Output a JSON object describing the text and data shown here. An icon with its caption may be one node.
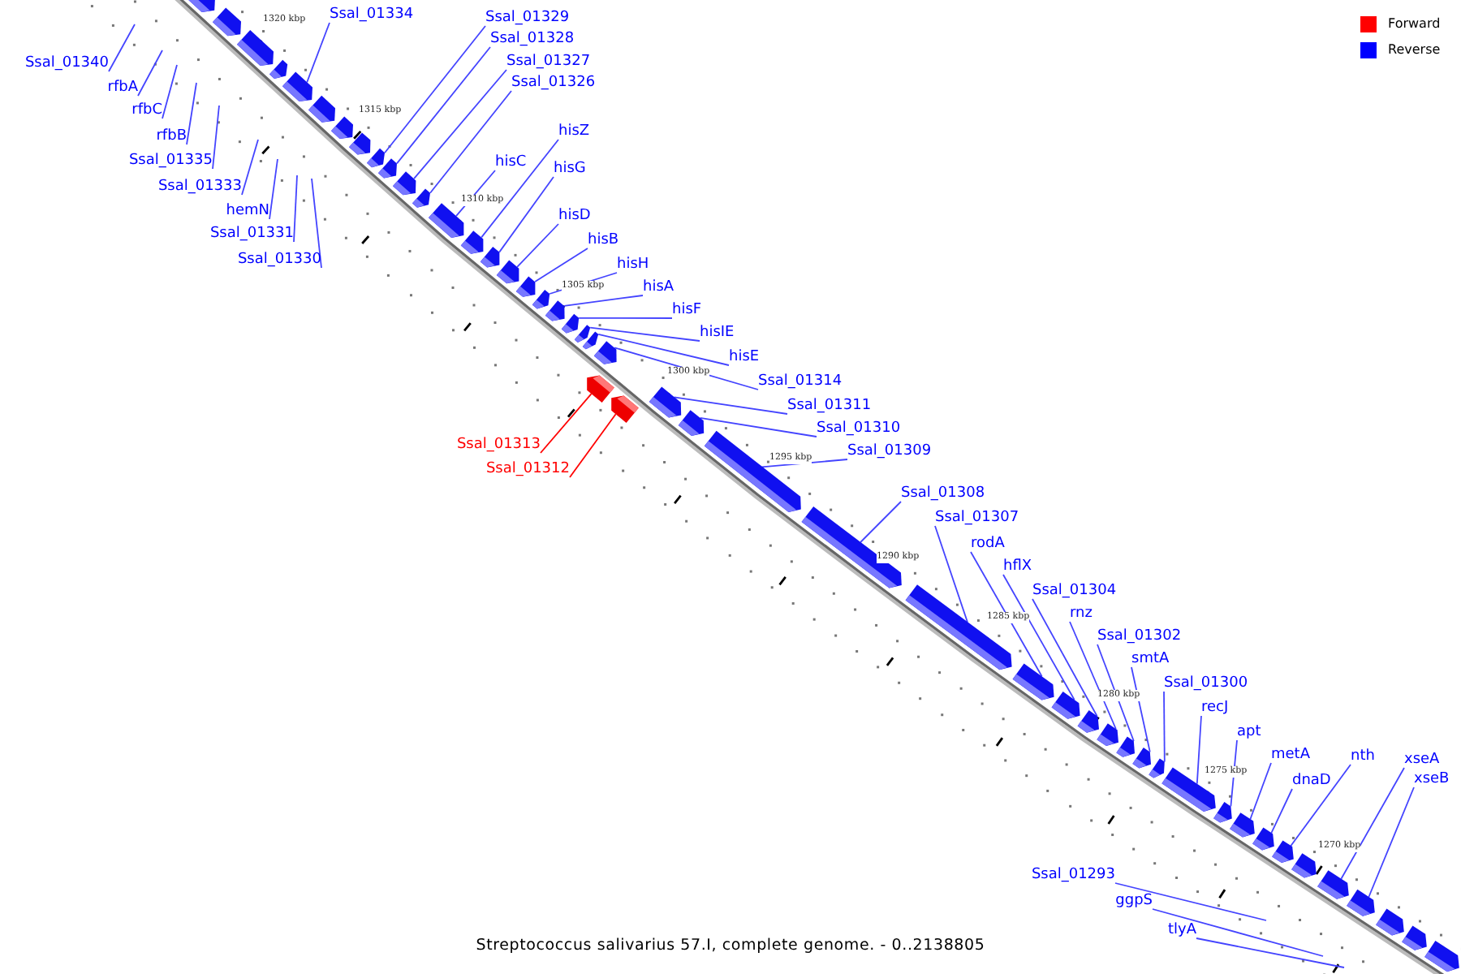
{
  "diagram": {
    "caption": "Streptococcus salivarius 57.I, complete genome. - 0..2138805",
    "nodes": [
      {
        "text": [
          "Ssal_01340"
        ]
      },
      {
        "text": [
          "rfbA"
        ]
      },
      {
        "text": [
          "rfbC"
        ]
      },
      {
        "text": [
          "rfbB"
        ]
      },
      {
        "text": [
          "Ssal_01335"
        ]
      },
      {
        "text": [
          "Ssal_01333"
        ]
      },
      {
        "text": [
          "hemN"
        ]
      },
      {
        "text": [
          "Ssal_01331"
        ]
      },
      {
        "text": [
          "Ssal_01330"
        ]
      },
      {
        "text": [
          "Ssal_01334"
        ]
      },
      {
        "text": [
          "Ssal_01329"
        ]
      },
      {
        "text": [
          "Ssal_01328"
        ]
      },
      {
        "text": [
          "Ssal_01327"
        ]
      },
      {
        "text": [
          "Ssal_01326"
        ]
      },
      {
        "text": [
          "hisZ"
        ]
      },
      {
        "text": [
          "hisC"
        ]
      },
      {
        "text": [
          "hisG"
        ]
      },
      {
        "text": [
          "hisD"
        ]
      },
      {
        "text": [
          "hisB"
        ]
      },
      {
        "text": [
          "hisH"
        ]
      },
      {
        "text": [
          "hisA"
        ]
      },
      {
        "text": [
          "hisF"
        ]
      },
      {
        "text": [
          "hisIE"
        ]
      },
      {
        "text": [
          "hisE"
        ]
      },
      {
        "text": [
          "Ssal_01314"
        ]
      },
      {
        "text": [
          "Ssal_01311"
        ]
      },
      {
        "text": [
          "Ssal_01310"
        ]
      },
      {
        "text": [
          "Ssal_01309"
        ]
      },
      {
        "text": [
          "Ssal_01313"
        ]
      },
      {
        "text": [
          "Ssal_01312"
        ]
      },
      {
        "text": [
          "Ssal_01308"
        ]
      },
      {
        "text": [
          "Ssal_01307"
        ]
      },
      {
        "text": [
          "rodA"
        ]
      },
      {
        "text": [
          "hflX"
        ]
      },
      {
        "text": [
          "Ssal_01304"
        ]
      },
      {
        "text": [
          "rnz"
        ]
      },
      {
        "text": [
          "Ssal_01302"
        ]
      },
      {
        "text": [
          "smtA"
        ]
      },
      {
        "text": [
          "Ssal_01300"
        ]
      },
      {
        "text": [
          "recJ"
        ]
      },
      {
        "text": [
          "apt"
        ]
      },
      {
        "text": [
          "metA"
        ]
      },
      {
        "text": [
          "nth"
        ]
      },
      {
        "text": [
          "dnaD"
        ]
      },
      {
        "text": [
          "xseA"
        ]
      },
      {
        "text": [
          "xseB"
        ]
      },
      {
        "text": [
          "Ssal_01293"
        ]
      },
      {
        "text": [
          "ggpS"
        ]
      },
      {
        "text": [
          "tlyA"
        ]
      },
      {
        "text": [],
        "shape": "bar"
      },
      {
        "text": [],
        "shape": "bar"
      },
      {
        "text": [],
        "shape": "bar"
      },
      {
        "text": [],
        "shape": "bar"
      },
      {
        "text": [],
        "shape": "bar"
      },
      {
        "text": [],
        "shape": "bar"
      },
      {
        "text": [],
        "shape": "bar"
      },
      {
        "text": [],
        "shape": "bar"
      },
      {
        "text": [],
        "shape": "bar"
      },
      {
        "text": [],
        "shape": "bar"
      },
      {
        "text": [],
        "shape": "bar"
      },
      {
        "text": [],
        "shape": "bar"
      },
      {
        "text": [],
        "shape": "bar"
      },
      {
        "text": [],
        "shape": "bar"
      },
      {
        "text": [],
        "shape": "bar"
      },
      {
        "text": [],
        "shape": "bar"
      },
      {
        "text": [],
        "shape": "bar"
      },
      {
        "text": [],
        "shape": "bar"
      },
      {
        "text": [],
        "shape": "bar"
      },
      {
        "text": [],
        "shape": "bar"
      },
      {
        "text": [],
        "shape": "bar"
      },
      {
        "text": [],
        "shape": "bar"
      },
      {
        "text": [],
        "shape": "bar"
      },
      {
        "text": [],
        "shape": "bar"
      },
      {
        "text": [],
        "shape": "bar"
      },
      {
        "text": [],
        "shape": "bar"
      },
      {
        "text": [],
        "shape": "bar"
      },
      {
        "text": [],
        "shape": "bar"
      },
      {
        "text": [],
        "shape": "bar"
      },
      {
        "text": [],
        "shape": "bar"
      },
      {
        "text": [],
        "shape": "bar"
      },
      {
        "text": [],
        "shape": "bar"
      },
      {
        "text": [],
        "shape": "bar"
      },
      {
        "text": [],
        "shape": "bar"
      },
      {
        "text": [],
        "shape": "bar"
      },
      {
        "text": [],
        "shape": "bar"
      },
      {
        "text": [],
        "shape": "bar"
      },
      {
        "text": [],
        "shape": "bar"
      },
      {
        "text": [],
        "shape": "bar"
      },
      {
        "text": [],
        "shape": "bar"
      },
      {
        "text": [],
        "shape": "bar"
      },
      {
        "text": [],
        "shape": "bar"
      },
      {
        "text": [],
        "shape": "bar"
      },
      {
        "text": [],
        "shape": "bar"
      },
      {
        "text": [],
        "shape": "bar"
      },
      {
        "text": [],
        "shape": "bar"
      },
      {
        "text": [],
        "shape": "bar"
      },
      {
        "text": [],
        "shape": "bar"
      }
    ],
    "edges": [
      {
        "from": 0,
        "to": null,
        "arrow": "none"
      },
      {
        "from": 1,
        "to": null,
        "arrow": "none"
      },
      {
        "from": 2,
        "to": null,
        "arrow": "none"
      },
      {
        "from": 3,
        "to": null,
        "arrow": "none"
      },
      {
        "from": 4,
        "to": null,
        "arrow": "none"
      },
      {
        "from": 5,
        "to": null,
        "arrow": "none"
      },
      {
        "from": 6,
        "to": null,
        "arrow": "none"
      },
      {
        "from": 7,
        "to": null,
        "arrow": "none"
      },
      {
        "from": 8,
        "to": null,
        "arrow": "none"
      },
      {
        "from": 9,
        "to": 53,
        "arrow": "none"
      },
      {
        "from": 10,
        "to": 57,
        "arrow": "none"
      },
      {
        "from": 11,
        "to": 58,
        "arrow": "none"
      },
      {
        "from": 12,
        "to": 59,
        "arrow": "none"
      },
      {
        "from": 13,
        "to": 60,
        "arrow": "none"
      },
      {
        "from": 14,
        "to": 62,
        "arrow": "none"
      },
      {
        "from": 15,
        "to": 61,
        "arrow": "none"
      },
      {
        "from": 16,
        "to": 63,
        "arrow": "none"
      },
      {
        "from": 17,
        "to": 64,
        "arrow": "none"
      },
      {
        "from": 18,
        "to": 65,
        "arrow": "none"
      },
      {
        "from": 19,
        "to": 66,
        "arrow": "none"
      },
      {
        "from": 20,
        "to": 67,
        "arrow": "none"
      },
      {
        "from": 21,
        "to": 68,
        "arrow": "none"
      },
      {
        "from": 22,
        "to": 69,
        "arrow": "none"
      },
      {
        "from": 23,
        "to": 70,
        "arrow": "none"
      },
      {
        "from": 24,
        "to": 71,
        "arrow": "none"
      },
      {
        "from": 25,
        "to": 74,
        "arrow": "none"
      },
      {
        "from": 26,
        "to": 75,
        "arrow": "none"
      },
      {
        "from": 27,
        "to": 76,
        "arrow": "none"
      },
      {
        "from": 28,
        "to": 72,
        "arrow": "none",
        "color": "#ff0000"
      },
      {
        "from": 29,
        "to": 73,
        "arrow": "none",
        "color": "#ff0000"
      },
      {
        "from": 30,
        "to": 77,
        "arrow": "none"
      },
      {
        "from": 31,
        "to": 78,
        "arrow": "none"
      },
      {
        "from": 32,
        "to": 79,
        "arrow": "none"
      },
      {
        "from": 33,
        "to": 80,
        "arrow": "none"
      },
      {
        "from": 34,
        "to": 81,
        "arrow": "none"
      },
      {
        "from": 35,
        "to": 82,
        "arrow": "none"
      },
      {
        "from": 36,
        "to": 83,
        "arrow": "none"
      },
      {
        "from": 37,
        "to": 84,
        "arrow": "none"
      },
      {
        "from": 38,
        "to": 85,
        "arrow": "none"
      },
      {
        "from": 39,
        "to": 86,
        "arrow": "none"
      },
      {
        "from": 40,
        "to": 87,
        "arrow": "none"
      },
      {
        "from": 41,
        "to": 88,
        "arrow": "none"
      },
      {
        "from": 42,
        "to": 90,
        "arrow": "none"
      },
      {
        "from": 43,
        "to": 89,
        "arrow": "none"
      },
      {
        "from": 44,
        "to": 92,
        "arrow": "none"
      },
      {
        "from": 45,
        "to": 93,
        "arrow": "none"
      },
      {
        "from": 46,
        "to": null,
        "arrow": "none"
      },
      {
        "from": 47,
        "to": null,
        "arrow": "none"
      },
      {
        "from": 48,
        "to": null,
        "arrow": "none"
      }
    ],
    "labels": [
      "1320 kbp",
      "1315 kbp",
      "1310 kbp",
      "1305 kbp",
      "1300 kbp",
      "1295 kbp",
      "1290 kbp",
      "1285 kbp",
      "1280 kbp",
      "1275 kbp",
      "1270 kbp"
    ],
    "legend": [
      {
        "text": "Forward",
        "color": "#ff0000"
      },
      {
        "text": "Reverse",
        "color": "#0000ff"
      }
    ]
  }
}
